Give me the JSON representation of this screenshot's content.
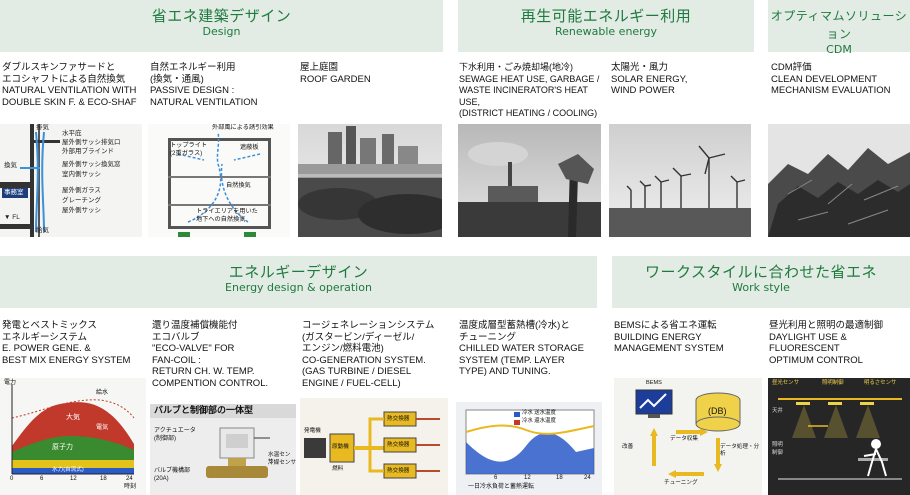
{
  "headers": [
    {
      "jp": "省エネ建築デザイン",
      "en": "Design"
    },
    {
      "jp": "再生可能エネルギー利用",
      "en": "Renewable energy"
    },
    {
      "jp": "オプティマムソリューション",
      "en": "CDM"
    },
    {
      "jp": "エネルギーデザイン",
      "en": "Energy design & operation"
    },
    {
      "jp": "ワークスタイルに合わせた省エネ",
      "en": "Work style"
    }
  ],
  "items": [
    {
      "text": "ダブルスキンファサードと\nエコシャフトによる自然換気\nNATURAL VENTILATION WITH\nDOUBLE SKIN F. & ECO-SHAF"
    },
    {
      "text": "自然エネルギー利用\n(換気・通風)\nPASSIVE DESIGN :\nNATURAL VENTILATION"
    },
    {
      "text": "屋上庭園\nROOF GARDEN"
    },
    {
      "text": "下水利用・ごみ焼却場(地冷)\nSEWAGE HEAT USE, GARBAGE /\nWASTE INCINERATOR'S HEAT USE,\n(DISTRICT HEATING / COOLING)"
    },
    {
      "text": "太陽光・風力\nSOLAR ENERGY,\nWIND POWER"
    },
    {
      "text": "CDM評価\nCLEAN DEVELOPMENT\nMECHANISM EVALUATION"
    },
    {
      "text": "発電とベストミックス\nエネルギーシステム\nE. POWER GENE. &\nBEST MIX ENERGY SYSTEM"
    },
    {
      "text": "還り温度補償機能付\nエコバルブ\n\"ECO-VALVE\" FOR\nFAN-COIL :\nRETURN CH. W. TEMP.\nCOMPENTION CONTROL."
    },
    {
      "text": "コージェネレーションシステム\n(ガスタービン/ディーゼル/\nエンジン/燃料電池)\nCO-GENERATION SYSTEM.\n(GAS TURBINE / DIESEL\nENGINE / FUEL-CELL)"
    },
    {
      "text": "温度成層型蓄熱槽(冷水)と\nチューニング\nCHILLED WATER STORAGE\nSYSTEM (TEMP. LAYER\nTYPE) AND TUNING."
    },
    {
      "text": "BEMSによる省エネ運転\nBUILDING ENERGY\nMANAGEMENT SYSTEM"
    },
    {
      "text": "昼光利用と照明の最適制御\nDAYLIGHT USE &\nFLUORESCENT\nOPTIMUM CONTROL"
    }
  ],
  "figure_labels": {
    "ds_l1": "排気",
    "ds_l2": "水平庇",
    "ds_l3": "屋外側サッシ排気口",
    "ds_l4": "外部用ブラインド",
    "ds_l5": "換気",
    "ds_l6": "屋外側サッシ換気窓",
    "ds_l7": "室内側サッシ",
    "ds_l8": "屋外側ガラス",
    "ds_l9": "グレーチング",
    "ds_l10": "屋外側サッシ",
    "ds_room": "事務室",
    "ds_fl": "▼ FL",
    "ds_in": "給気",
    "pv_l1": "外部風による誘引効果",
    "pv_l2": "トップライト",
    "pv_l3": "(2重ガラス)",
    "pv_l4": "遮蔽板",
    "pv_l5": "自然換気",
    "pv_l6": "トライエリアを用いた",
    "pv_l7": "地下への自然換気",
    "ch_l1": "電力",
    "ch_l2": "給水",
    "ch_l3": "大気",
    "ch_l4": "電気",
    "ch_l5": "原子力",
    "ch_l6": "水力(自流式)",
    "ch_x0": "0",
    "ch_x1": "6",
    "ch_x2": "12",
    "ch_x3": "18",
    "ch_x4": "24",
    "ch_xu": "時刻",
    "ev_title": "バルブと制御部の一体型",
    "ev_l1": "アクチュエータ",
    "ev_l2": "(制御部)",
    "ev_l3": "バルブ機構部",
    "ev_l4": "(20A)",
    "ev_l5": "水温センサ:",
    "ev_l6": "冷媒センサ",
    "cg_l1": "発電機",
    "cg_l2": "原動機",
    "cg_l3": "燃料",
    "cg_l4": "熱交換器",
    "cg_l5": "熱交換器",
    "cg_l6": "熱交換器",
    "st_leg1": "冷水 送水温度",
    "st_leg2": "冷水 還水温度",
    "st_x0": "6",
    "st_x1": "12",
    "st_x2": "18",
    "st_x3": "24",
    "st_cap": "一日冷水負荷と蓄熱運転",
    "bm_bems": "BEMS",
    "bm_db": "(DB)",
    "bm_l1": "データ収集",
    "bm_l2": "データ処理・分析",
    "bm_l3": "チューニング",
    "bm_l4": "改善",
    "dl_l1": "昼光センサ",
    "dl_l2": "照明制御",
    "dl_l3": "明るさセンサ",
    "dl_l4": "天井",
    "dl_l5": "照明",
    "dl_l6": "制御"
  },
  "colors": {
    "header_bg": "#e2ebe4",
    "header_text": "#1f7a3f",
    "chart_red": "#c0392b",
    "chart_green": "#3a8a2f",
    "chart_yellow": "#e3c21a",
    "chart_blue": "#2a59c8",
    "cogen_yellow": "#e8b920"
  }
}
